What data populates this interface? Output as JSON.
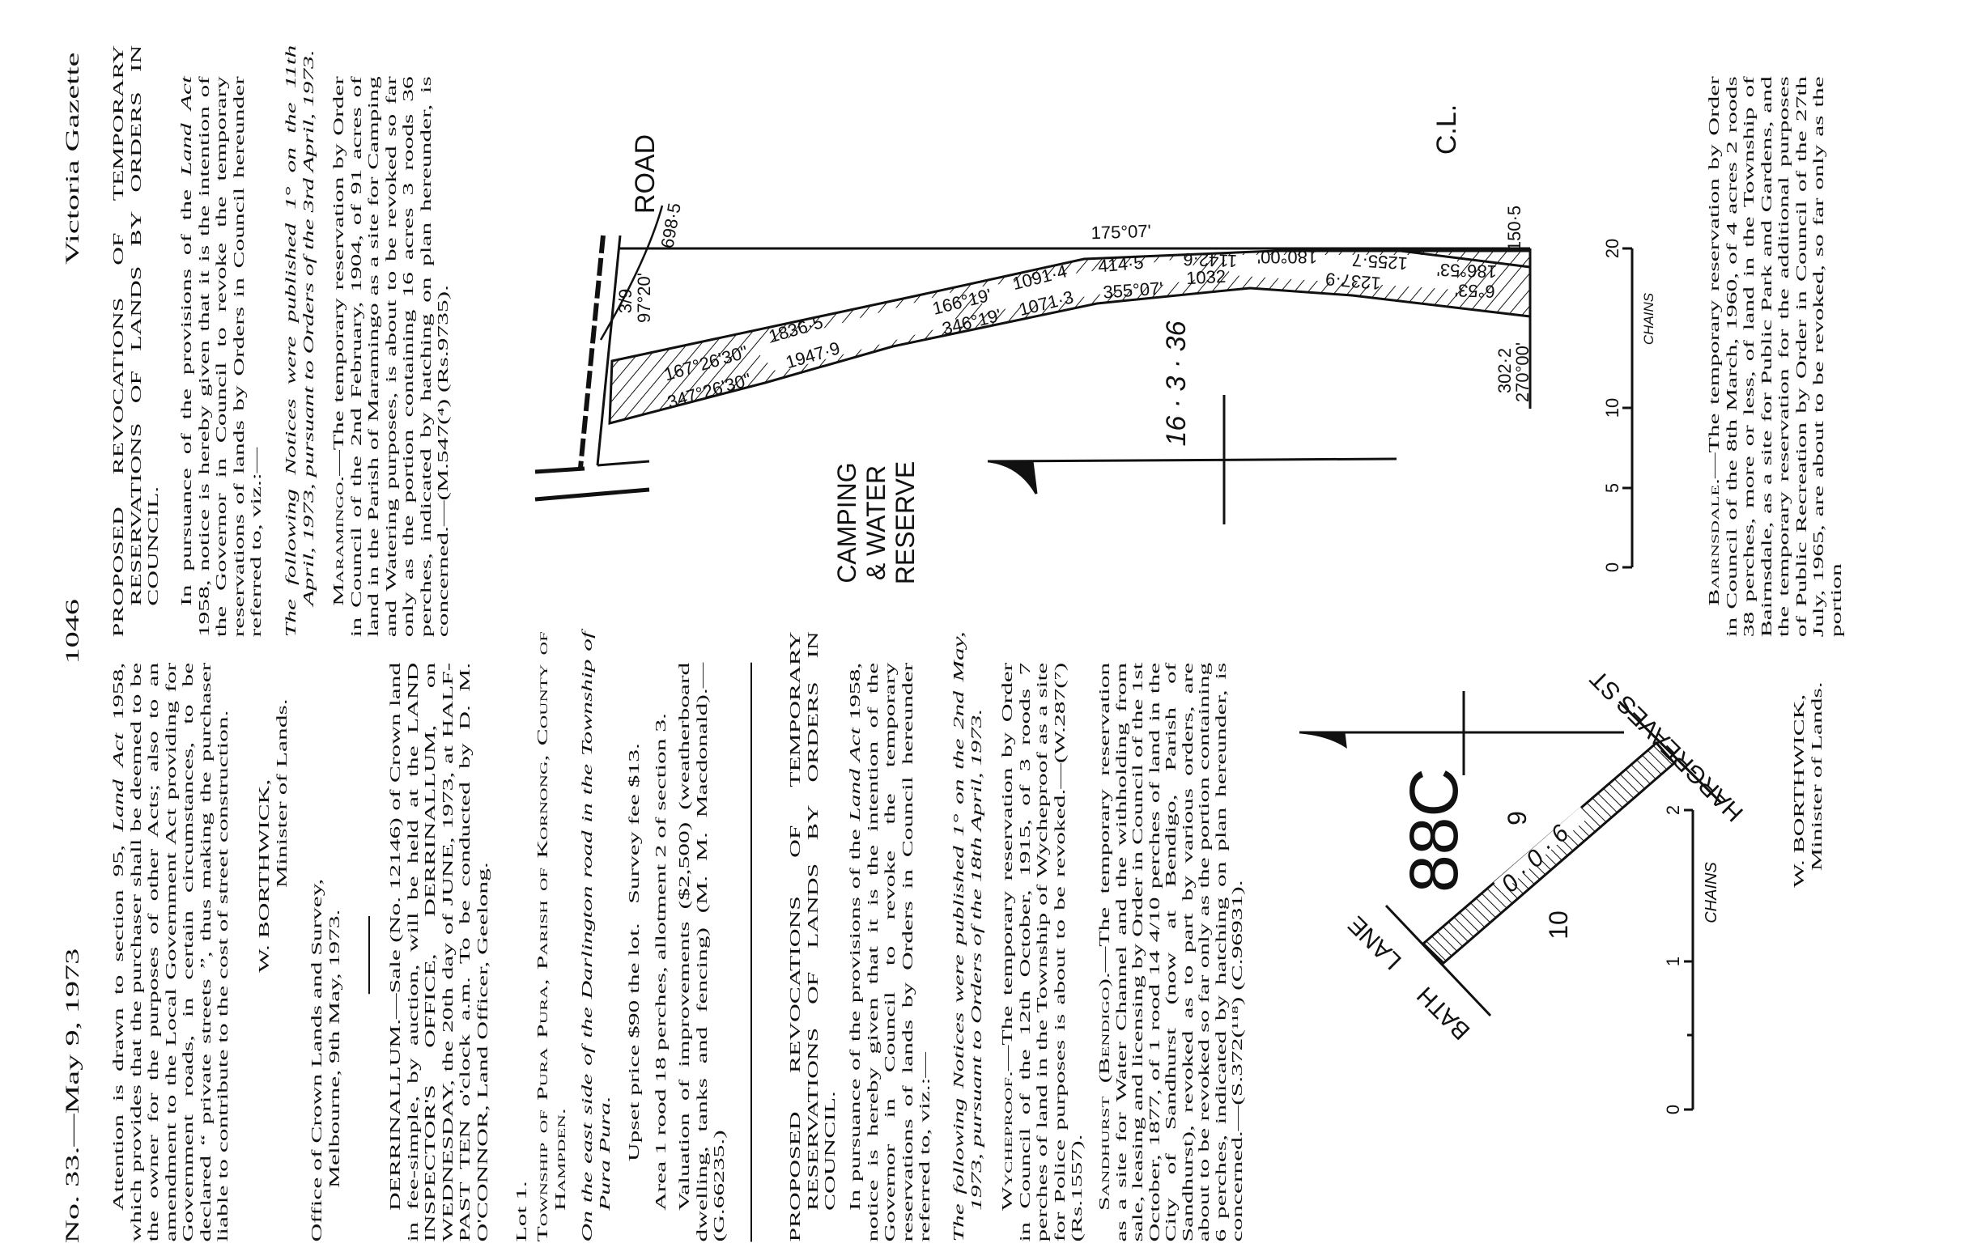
{
  "header": {
    "issue": "No. 33.—May 9, 1973",
    "page_number": "1046",
    "publication": "Victoria Gazette"
  },
  "left": {
    "attention": {
      "a": "Attention is drawn to section 95, ",
      "b": "Land Act",
      "c": " 1958, which provides that the purchaser shall be deemed to be the owner for the purposes of other Acts; also to an amendment to the Local Government Act providing for Government roads, in certain circumstances, to be declared “ private streets ”, thus making the purchaser liable to contribute to the cost of street construction."
    },
    "signature1": {
      "name": "W. BORTHWICK,",
      "title": "Minister of Lands."
    },
    "office": {
      "line1": "Office of Crown Lands and Survey,",
      "line2": "Melbourne, 9th May, 1973."
    },
    "derrinallum": {
      "lead": "DERRINALLUM.",
      "text": "—Sale (No. 12146) of Crown land in fee-simple, by auction, will be held at the LAND INSPECTOR'S OFFICE, DERRINALLUM, on WEDNESDAY, the 20th day of JUNE, 1973, at HALF-PAST TEN o'clock a.m. To be conducted by D. M. O'CONNOR, Land Officer, Geelong."
    },
    "lot": "Lot 1.",
    "township": "Township of Pura Pura, Parish of Kornong, County of Hampden.",
    "location": "On the east side of the Darlington road in the Township of Pura Pura.",
    "upset_price": "Upset price $90 the lot.   Survey fee $13.",
    "area": "Area 1 rood 18 perches, allotment 2 of section 3.",
    "valuation": "Valuation of improvements ($2,500) (weatherboard dwelling, tanks and fencing) (M. M. Macdonald).—(G.66235.)",
    "heading": "PROPOSED REVOCATIONS OF TEMPORARY RESERVATIONS OF LANDS BY ORDERS IN COUNCIL.",
    "pursuance": {
      "a": "In pursuance of the provisions of the ",
      "b": "Land Act",
      "c": " 1958, notice is hereby given that it is the intention of the Governor in Council to revoke the temporary reservations of lands by Orders in Council hereunder referred to, viz.:—"
    },
    "notices": "The following Notices were published 1° on the 2nd May, 1973, pursuant to Orders of the 18th April, 1973.",
    "wycheproof": {
      "lead": "Wycheproof.",
      "text": "—The temporary reservation by Order in Council of the 12th October, 1915, of 3 roods 7 perches of land in the Township of Wycheproof as a site for Police purposes is about to be revoked.—(W.287(⁷) (Rs.1557)."
    },
    "sandhurst": {
      "lead": "Sandhurst (Bendigo).",
      "text": "—The temporary reservation as a site for Water Channel and the withholding from sale, leasing and licensing by Order in Council of the 1st October, 1877, of 1 rood 14 4/10 perches of land in the City of Sandhurst (now at Bendigo, Parish of Sandhurst), revoked as to part by various orders, are about to be revoked so far only as the portion containing 6 perches, indicated by hatching on plan hereunder, is concerned.—(S.372(¹¹⁸) (C.96931)."
    },
    "signature2": {
      "name": "W. BORTHWICK,",
      "title": "Minister of Lands."
    }
  },
  "right": {
    "heading": "PROPOSED REVOCATIONS OF TEMPORARY RESERVATIONS OF LANDS BY ORDERS IN COUNCIL.",
    "pursuance": {
      "a": "In pursuance of the provisions of the ",
      "b": "Land Act",
      "c": " 1958, notice is hereby given that it is the intention of the Governor in Council to revoke the temporary reservations of lands by Orders in Council hereunder referred to, viz.:—"
    },
    "notices": "The following Notices were published 1° on the 11th April, 1973, pursuant to Orders of the 3rd April, 1973.",
    "maramingo": {
      "lead": "Maramingo.",
      "text": "—The temporary reservation by Order in Council of the 2nd February, 1904, of 91 acres of land in the Parish of Maramingo as a site for Camping and Watering purposes, is about to be revoked so far only as the portion containing 16 acres 3 roods 36 perches, indicated by hatching on plan hereunder, is concerned.—(M.547(⁴) (Rs.9735)."
    },
    "bairnsdale": {
      "lead": "Bairnsdale.",
      "text": "—The temporary reservation by Order in Council of the 8th March, 1960, of 4 acres 2 roods 38 perches, more or less, of land in the Township of Bairnsdale, as a site for Public Park and Gardens, and the temporary reservation for the additional purposes of Public Recreation by Order in Council of the 27th July, 1965, are about to be revoked, so far only as the portion"
    }
  },
  "map_maramingo": {
    "road": "ROAD",
    "road_width": "698·5",
    "road_angle": "97°20'",
    "road_len": "3/9",
    "bearings": [
      "167°26'30\"",
      "347°26'30\"",
      "1836·5",
      "1947·9",
      "166°19'",
      "346°19'",
      "1091·4",
      "1071·3",
      "414·5",
      "355°07'",
      "175°07'",
      "1142·6",
      "180°00'",
      "1032",
      "1255·7",
      "1237·9",
      "186°53'",
      "6°53'",
      "150·5",
      "302·2",
      "270°00'"
    ],
    "cl": "C.L.",
    "area": "16 · 3 · 36",
    "reserve": [
      "CAMPING",
      "& WATER",
      "RESERVE"
    ],
    "scale": {
      "labels": [
        "0",
        "5",
        "10",
        "20"
      ],
      "unit": "CHAINS"
    }
  },
  "map_sandhurst": {
    "section": "88C",
    "allot_9": "9",
    "allot_10": "10",
    "area": "0 · 0 · 6",
    "street1": "BATH",
    "street1b": "LANE",
    "street2": "HARGREAVES",
    "street2b": "ST",
    "scale": {
      "labels": [
        "0",
        "1",
        "2"
      ],
      "unit": "CHAINS"
    }
  }
}
